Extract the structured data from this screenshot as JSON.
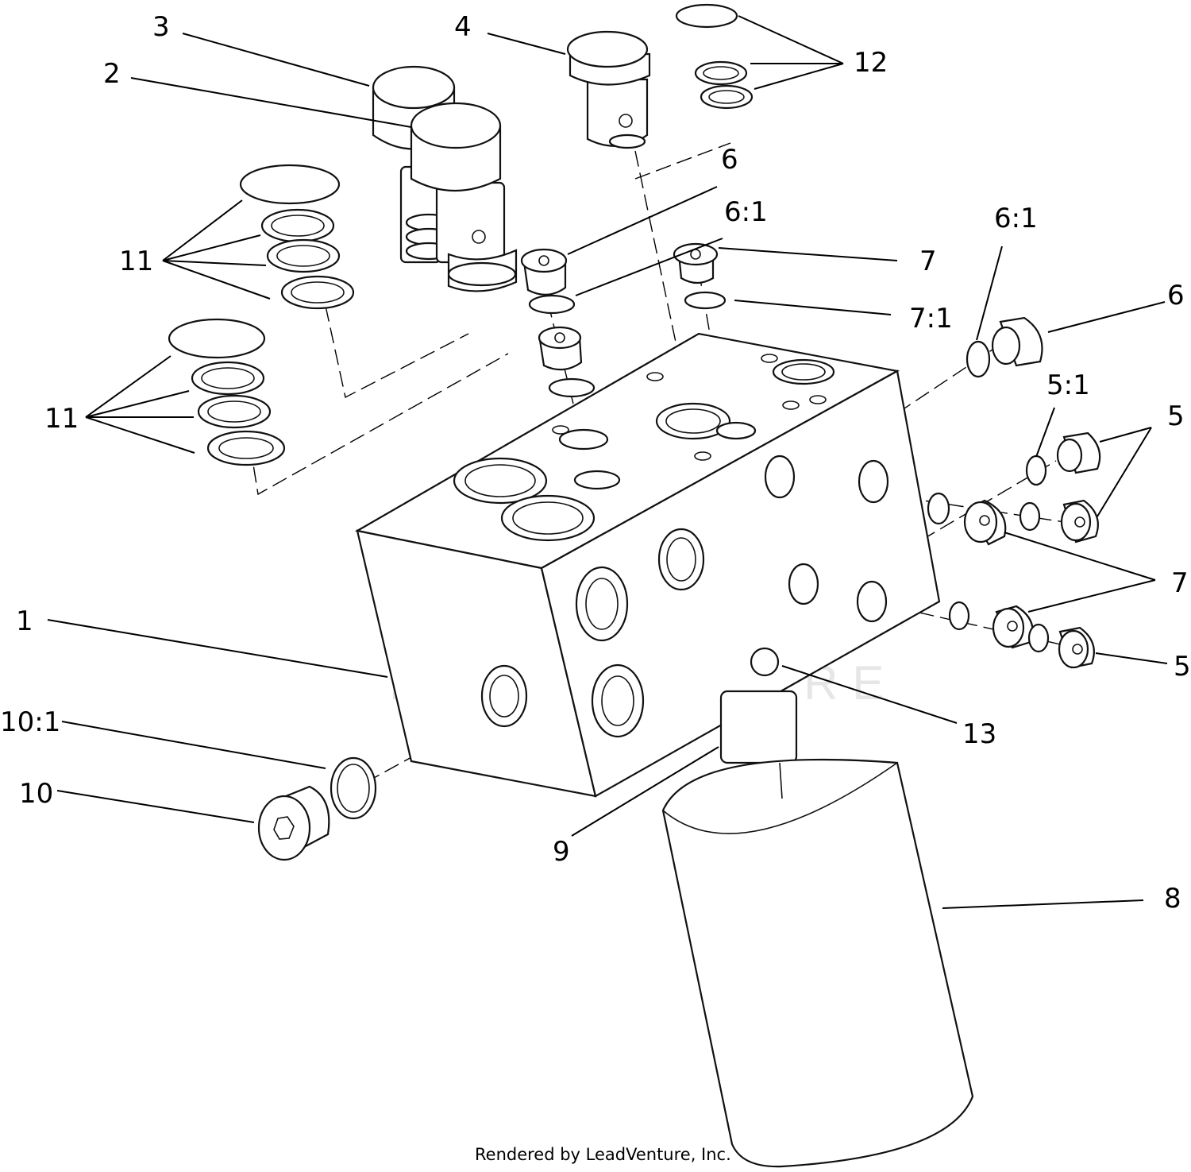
{
  "diagram": {
    "callouts": {
      "c1": "1",
      "c2": "2",
      "c3": "3",
      "c4": "4",
      "c5a": "5",
      "c5b": "5",
      "c5_1": "5:1",
      "c6a": "6",
      "c6b": "6",
      "c6_1a": "6:1",
      "c6_1b": "6:1",
      "c7a": "7",
      "c7b": "7",
      "c7_1": "7:1",
      "c8": "8",
      "c9": "9",
      "c10": "10",
      "c10_1": "10:1",
      "c11a": "11",
      "c11b": "11",
      "c12": "12",
      "c13": "13"
    },
    "watermark": "LEADVENTURE",
    "footer": "Rendered by LeadVenture, Inc."
  }
}
